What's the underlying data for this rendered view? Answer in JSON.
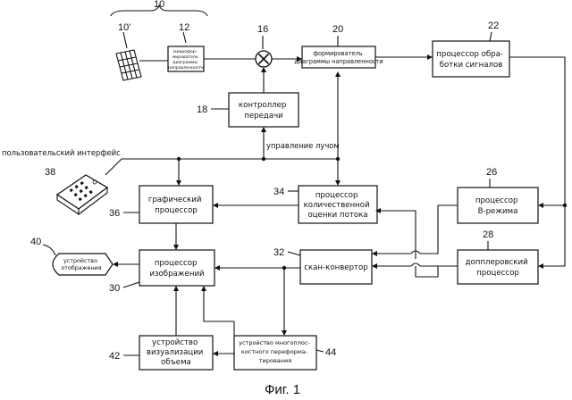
{
  "diagram": {
    "refs": {
      "r10": "10",
      "r10p": "10'",
      "r12": "12",
      "r16": "16",
      "r20": "20",
      "r22": "22",
      "r18": "18",
      "r38": "38",
      "r34": "34",
      "r26": "26",
      "r36": "36",
      "r40": "40",
      "r32": "32",
      "r28": "28",
      "r30": "30",
      "r42": "42",
      "r44": "44"
    },
    "blocks": {
      "b12": [
        "микрофор-",
        "мирователь",
        "диаграммы",
        "направленности"
      ],
      "b20": [
        "формирователь",
        "диаграммы направленности"
      ],
      "b22": [
        "процессор обра-",
        "ботки сигналов"
      ],
      "b18": [
        "контроллер",
        "передачи"
      ],
      "b34": [
        "процессор",
        "количественной",
        "оценки потока"
      ],
      "b26": [
        "процессор",
        "B-режима"
      ],
      "b36": [
        "графический",
        "процессор"
      ],
      "b40": [
        "устройство",
        "отображения"
      ],
      "b30": [
        "процессор",
        "изображений"
      ],
      "b32": [
        "скан-конвертор"
      ],
      "b28": [
        "допплеровский",
        "процессор"
      ],
      "b42": [
        "устройство",
        "визуализации",
        "объема"
      ],
      "b44": [
        "устройство многоплос-",
        "костного переформа-",
        "тирования"
      ]
    },
    "labels": {
      "beam_control": "управление лучом",
      "user_interface": "пользовательский интерфейс"
    },
    "caption": "Фиг. 1"
  }
}
